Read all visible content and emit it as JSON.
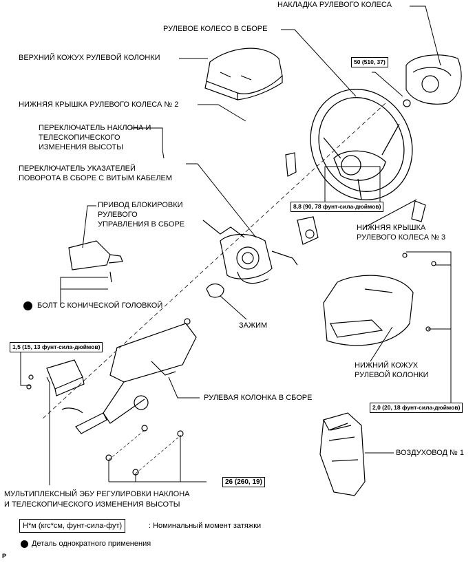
{
  "labels": {
    "horn_pad": "НАКЛАДКА РУЛЕВОГО КОЛЕСА",
    "wheel_assy": "РУЛЕВОЕ КОЛЕСО В СБОРЕ",
    "upper_cover": "ВЕРХНИЙ КОЖУХ РУЛЕВОЙ КОЛОНКИ",
    "lower_cover_2": "НИЖНЯЯ КРЫШКА РУЛЕВОГО КОЛЕСА № 2",
    "tilt_switch_1": "ПЕРЕКЛЮЧАТЕЛЬ НАКЛОНА И",
    "tilt_switch_2": "ТЕЛЕСКОПИЧЕСКОГО",
    "tilt_switch_3": "ИЗМЕНЕНИЯ ВЫСОТЫ",
    "turn_switch_1": "ПЕРЕКЛЮЧАТЕЛЬ УКАЗАТЕЛЕЙ",
    "turn_switch_2": "ПОВОРОТА В СБОРЕ С ВИТЫМ КАБЕЛЕМ",
    "lock_1": "ПРИВОД БЛОКИРОВКИ",
    "lock_2": "РУЛЕВОГО",
    "lock_3": "УПРАВЛЕНИЯ В СБОРЕ",
    "lower_cover_3_1": "НИЖНЯЯ КРЫШКА",
    "lower_cover_3_2": "РУЛЕВОГО КОЛЕСА № 3",
    "taper_bolt": "БОЛТ С КОНИЧЕСКОЙ ГОЛОВКОЙ",
    "clamp": "ЗАЖИМ",
    "lower_column_cover_1": "НИЖНИЙ КОЖУХ",
    "lower_column_cover_2": "РУЛЕВОЙ КОЛОНКИ",
    "column_assy": "РУЛЕВАЯ КОЛОНКА В СБОРЕ",
    "air_duct": "ВОЗДУХОВОД № 1",
    "ecu_1": "МУЛЬТИПЛЕКСНЫЙ ЭБУ РЕГУЛИРОВКИ НАКЛОНА",
    "ecu_2": "И ТЕЛЕСКОПИЧЕСКОГО ИЗМЕНЕНИЯ ВЫСОТЫ"
  },
  "torques": {
    "horn_nut": "50 (510, 37)",
    "wheel_screws": "8,8 (90, 78 фунт-сила-дюймов)",
    "ecu_bolts": "1,5 (15, 13 фунт-сила-дюймов)",
    "cover_screws": "2,0 (20, 18 фунт-сила-дюймов)",
    "column_bolts": "26 (260, 19)"
  },
  "legend": {
    "unit_box": "Н*м (кгс*см, фунт-сила-фут)",
    "unit_text": ": Номинальный момент затяжки",
    "single_use": "Деталь однократного применения"
  },
  "corner_mark": "P"
}
